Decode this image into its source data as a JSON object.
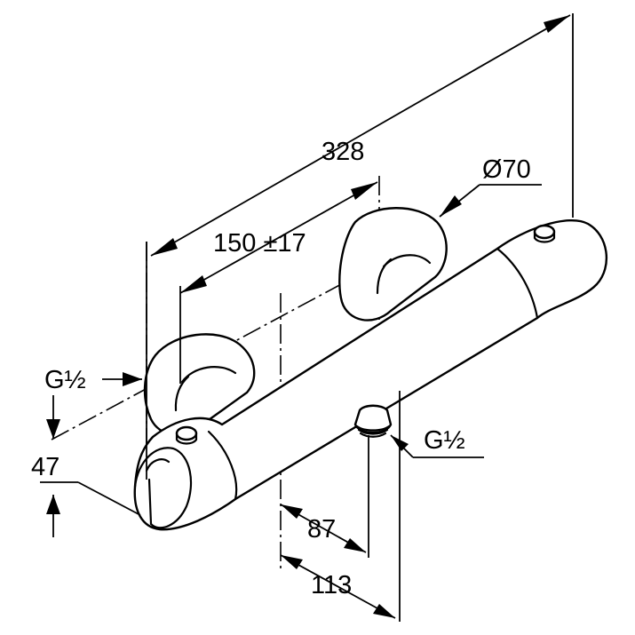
{
  "dimensions": {
    "overall_length": "328",
    "diameter": "Ø70",
    "spacing": "150 ±17",
    "inlet_left": "G½",
    "outlet_bottom": "G½",
    "height": "47",
    "offset_87": "87",
    "offset_113": "113"
  },
  "colors": {
    "line": "#000000",
    "background": "#ffffff"
  }
}
